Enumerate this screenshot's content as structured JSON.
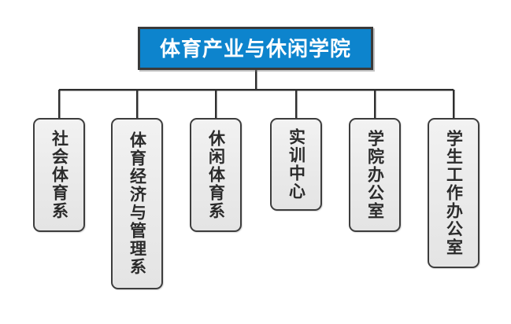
{
  "chart": {
    "type": "org-chart",
    "title": "体育产业与休闲学院",
    "root": {
      "label": "体育产业与休闲学院",
      "fill_color": "#0d84cd",
      "text_color": "#ffffff",
      "border_color": "#3a3a3a"
    },
    "node_style": {
      "fill_color": "#ebebeb",
      "text_color": "#2b2b2b",
      "border_color": "#3d3d3d"
    },
    "connector_color": "#2f2f2f",
    "children": [
      {
        "label": "社会体育系",
        "chars": 5
      },
      {
        "label": "体育经济与管理系",
        "chars": 8
      },
      {
        "label": "休闲体育系",
        "chars": 5
      },
      {
        "label": "实训中心",
        "chars": 4
      },
      {
        "label": "学院办公室",
        "chars": 5
      },
      {
        "label": "学生工作办公室",
        "chars": 7
      }
    ]
  }
}
